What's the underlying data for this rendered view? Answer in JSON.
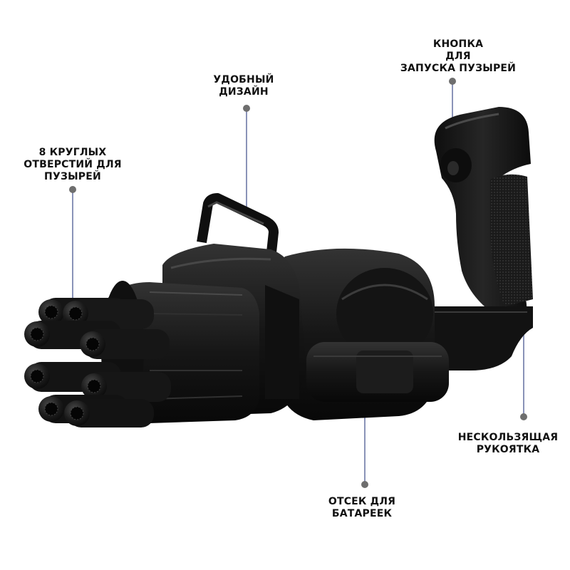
{
  "callouts": {
    "holes": {
      "lines": [
        "8 КРУГЛЫХ",
        "ОТВЕРСТИЙ ДЛЯ",
        "ПУЗЫРЕЙ"
      ]
    },
    "design": {
      "lines": [
        "УДОБНЫЙ",
        "ДИЗАЙН"
      ]
    },
    "button": {
      "lines": [
        "КНОПКА",
        "ДЛЯ",
        "ЗАПУСКА ПУЗЫРЕЙ"
      ]
    },
    "grip": {
      "lines": [
        "НЕСКОЛЬЗЯЩАЯ",
        "РУКОЯТКА"
      ]
    },
    "battery": {
      "lines": [
        "ОТСЕК ДЛЯ",
        "БАТАРЕЕК"
      ]
    }
  },
  "colors": {
    "body": "#161616",
    "highlight": "#3a3a3a",
    "leader": "#8a93b8",
    "dot": "#6e6e6e",
    "text": "#111111"
  }
}
